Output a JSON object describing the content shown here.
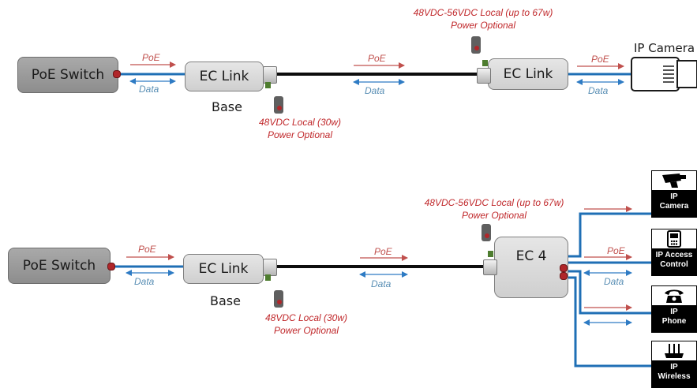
{
  "top": {
    "switch_label": "PoE Switch",
    "base_box": "EC Link",
    "base_caption": "Base",
    "remote_box": "EC Link",
    "camera_label": "IP Camera",
    "poe1": "PoE",
    "data1": "Data",
    "poe2": "PoE",
    "data2": "Data",
    "poe3": "PoE",
    "data3": "Data",
    "power_remote_line1": "48VDC-56VDC Local (up to 67w)",
    "power_remote_line2": "Power Optional",
    "power_base_line1": "48VDC Local (30w)",
    "power_base_line2": "Power Optional"
  },
  "bottom": {
    "switch_label": "PoE Switch",
    "base_box": "EC Link",
    "base_caption": "Base",
    "hub_box": "EC 4",
    "poe1": "PoE",
    "data1": "Data",
    "poe2": "PoE",
    "data2": "Data",
    "poe3": "PoE",
    "data3": "Data",
    "power_remote_line1": "48VDC-56VDC Local (up to 67w)",
    "power_remote_line2": "Power Optional",
    "power_base_line1": "48VDC Local (30w)",
    "power_base_line2": "Power Optional"
  },
  "devices": [
    {
      "line1": "IP",
      "line2": "Camera",
      "icon": "cctv-camera-icon"
    },
    {
      "line1": "IP Access",
      "line2": "Control",
      "icon": "access-control-icon"
    },
    {
      "line1": "IP",
      "line2": "Phone",
      "icon": "telephone-icon"
    },
    {
      "line1": "IP",
      "line2": "Wireless",
      "icon": "wireless-router-icon"
    }
  ],
  "colors": {
    "poe_arrow": "#c0504d",
    "data_arrow": "#2e7bc4",
    "ethernet_line": "#1f6fb5",
    "extended_cable": "#0d0d0d",
    "power_text": "#c0282b"
  }
}
